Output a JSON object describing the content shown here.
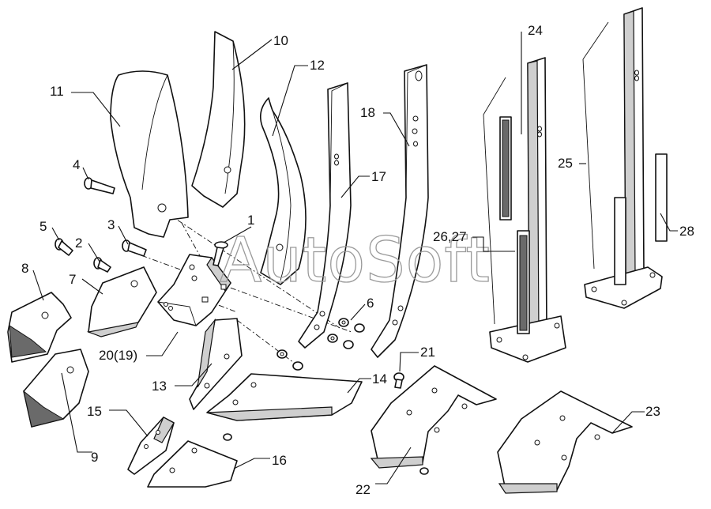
{
  "watermark": "AutoSoft",
  "callouts": {
    "c1": "1",
    "c2": "2",
    "c3": "3",
    "c4": "4",
    "c5": "5",
    "c6": "6",
    "c7": "7",
    "c8": "8",
    "c9": "9",
    "c10": "10",
    "c11": "11",
    "c12": "12",
    "c13": "13",
    "c14": "14",
    "c15": "15",
    "c16": "16",
    "c17": "17",
    "c18": "18",
    "c19": "20(19)",
    "c21": "21",
    "c22": "22",
    "c23": "23",
    "c24": "24",
    "c25": "25",
    "c26": "26,27",
    "c28": "28"
  }
}
